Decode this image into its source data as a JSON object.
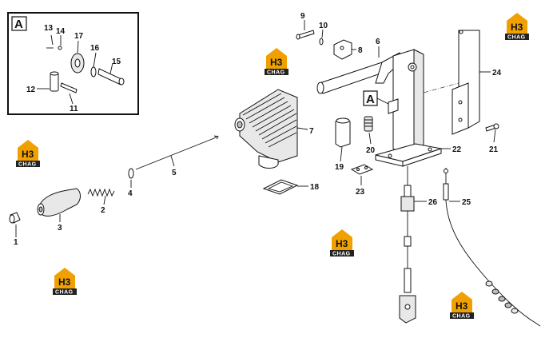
{
  "detail": {
    "letter": "A",
    "ref_letter": "A"
  },
  "callouts": [
    "1",
    "2",
    "3",
    "4",
    "5",
    "6",
    "7",
    "8",
    "9",
    "10",
    "11",
    "12",
    "13",
    "14",
    "15",
    "16",
    "17",
    "18",
    "19",
    "20",
    "21",
    "22",
    "23",
    "24",
    "25",
    "26"
  ],
  "watermark": {
    "logo": "H3",
    "text": "CHAG",
    "colors": {
      "orange": "#f0a000",
      "dark": "#222222"
    }
  },
  "colors": {
    "line": "#111111",
    "fill": "#ffffff"
  }
}
